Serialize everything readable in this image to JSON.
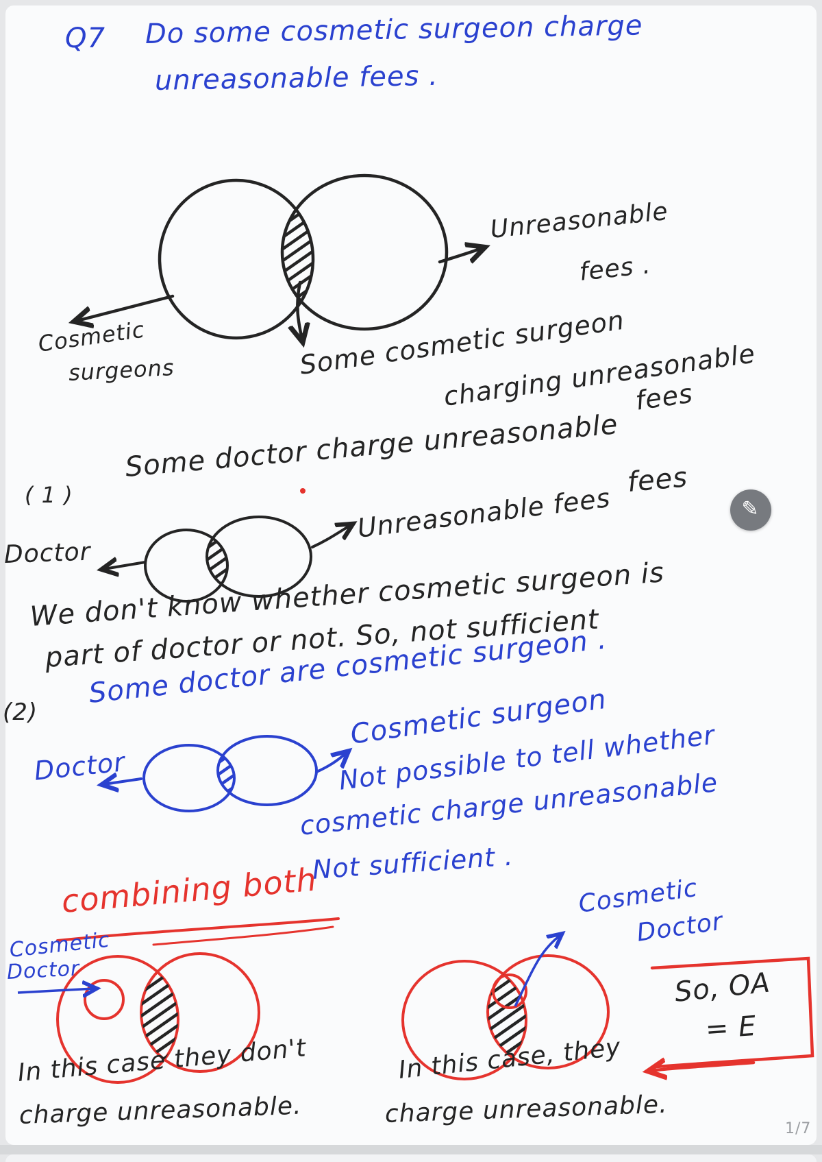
{
  "colors": {
    "ink_blue": "#2a41cf",
    "ink_black": "#242424",
    "ink_red": "#e5332d",
    "page_background": "#fafbfc",
    "indicator_gray": "#9b9ea2"
  },
  "header": {
    "question_no": "Q7",
    "title_line1": "Do some cosmetic surgeon charge",
    "title_line2": "unreasonable fees ."
  },
  "diagram1": {
    "left_label_line1": "Cosmetic",
    "left_label_line2": "surgeons",
    "right_label_line1": "Unreasonable",
    "right_label_line2": "fees .",
    "caption_line1": "Some cosmetic surgeon",
    "caption_line2": "charging unreasonable",
    "caption_line3": "fees"
  },
  "statement1": {
    "marker": "( 1 )",
    "text": "Some doctor charge unreasonable",
    "text_wrap": "fees",
    "circle_label": "Doctor",
    "arrow_label": "Unreasonable fees",
    "note_line1": "We don't know whether cosmetic surgeon is",
    "note_line2": "part of doctor or not. So, not sufficient"
  },
  "statement2": {
    "marker": "(2)",
    "text": "Some doctor are cosmetic surgeon .",
    "circle_label": "Doctor",
    "arrow_label": "Cosmetic surgeon",
    "note_line1": "Not possible to tell whether",
    "note_line2": "cosmetic charge unreasonable",
    "note_line3": "Not sufficient ."
  },
  "combined": {
    "heading": "combining both",
    "case1_label_line1": "Cosmetic",
    "case1_label_line2": "Doctor",
    "case1_caption_line1": "In this case they don't",
    "case1_caption_line2": "charge unreasonable.",
    "case2_label_line1": "Cosmetic",
    "case2_label_line2": "Doctor",
    "case2_caption_line1": "In this case, they",
    "case2_caption_line2": "charge unreasonable.",
    "answer_line1": "So, OA",
    "answer_line2": "= E"
  },
  "viewer": {
    "page_indicator": "1/7",
    "edit_icon": "pencil-icon",
    "edit_glyph": "✎"
  }
}
